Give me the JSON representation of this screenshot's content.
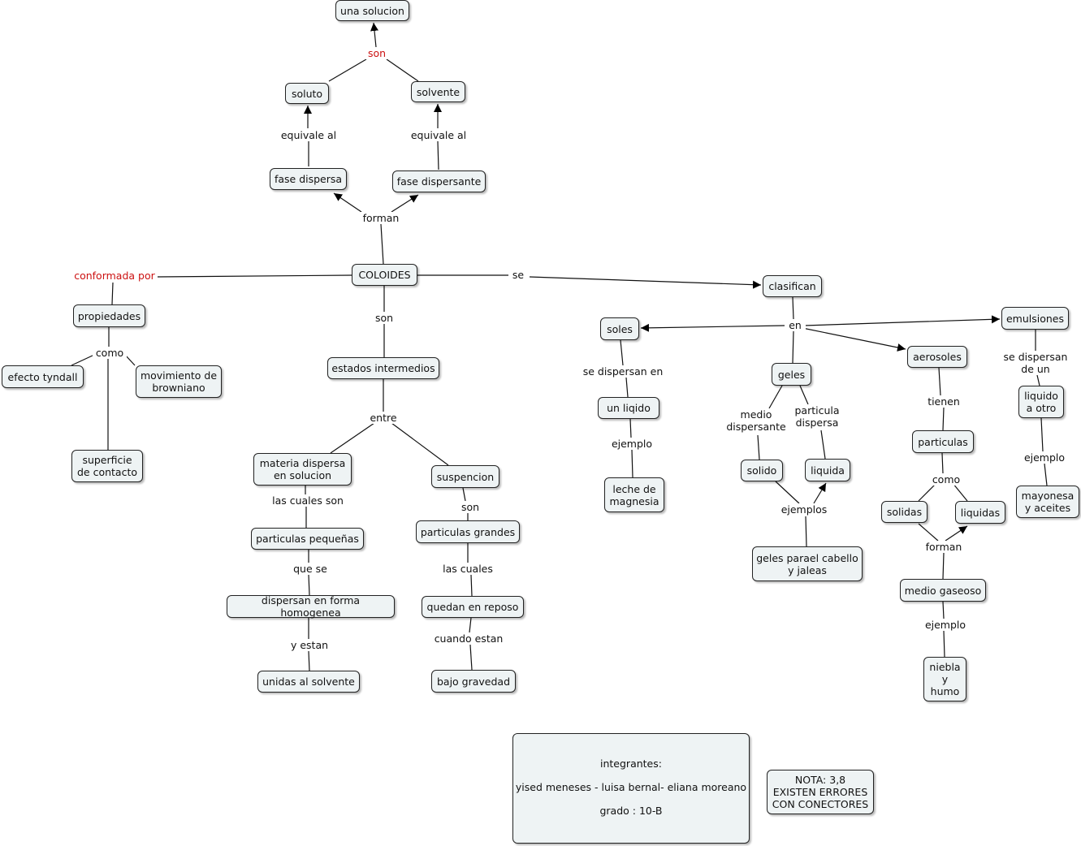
{
  "diagram": {
    "type": "concept-map",
    "nodes": {
      "una_solucion": "una solucion",
      "soluto": "soluto",
      "solvente": "solvente",
      "fase_dispersa": "fase dispersa",
      "fase_dispersante": "fase dispersante",
      "coloides": "COLOIDES",
      "propiedades": "propiedades",
      "efecto_tyndall": "efecto tyndall",
      "movimiento_browniano": "movimiento de\nbrowniano",
      "superficie_contacto": "superficie\nde contacto",
      "estados_intermedios": "estados intermedios",
      "materia_dispersa": "materia dispersa\nen solucion",
      "suspencion": "suspencion",
      "particulas_pequenas": "particulas pequeñas",
      "particulas_grandes": "particulas grandes",
      "dispersan_homogenea": "dispersan en forma homogenea",
      "quedan_reposo": "quedan en reposo",
      "unidas_solvente": "unidas al solvente",
      "bajo_gravedad": "bajo gravedad",
      "clasifican": "clasifican",
      "soles": "soles",
      "un_liqido": "un liqido",
      "leche_magnesia": "leche de\nmagnesia",
      "geles": "geles",
      "solido": "solido",
      "liquida": "liquida",
      "geles_cabello": "geles parael cabello\ny jaleas",
      "aerosoles": "aerosoles",
      "particulas": "particulas",
      "solidas": "solidas",
      "liquidas": "liquidas",
      "medio_gaseoso": "medio gaseoso",
      "niebla_humo": "niebla\ny\nhumo",
      "emulsiones": "emulsiones",
      "liquido_otro": "liquido\na otro",
      "mayonesa": "mayonesa\ny aceites",
      "nota": "NOTA: 3,8\nEXISTEN ERRORES\nCON CONECTORES"
    },
    "linking_phrases": {
      "son_top": "son",
      "equivale_1": "equivale al",
      "equivale_2": "equivale al",
      "forman_top": "forman",
      "conformada_por": "conformada por",
      "como_prop": "como",
      "se": "se",
      "son_estados": "son",
      "entre": "entre",
      "las_cuales_son": "las cuales son",
      "son_susp": "son",
      "que_se": "que se",
      "las_cuales": "las cuales",
      "y_estan": "y estan",
      "cuando_estan": "cuando estan",
      "en": "en",
      "se_dispersan_en": "se dispersan en",
      "ejemplo_soles": "ejemplo",
      "medio_dispersante": "medio\ndispersante",
      "particula_dispersa": "particula\ndispersa",
      "ejemplos": "ejemplos",
      "tienen": "tienen",
      "como_aer": "como",
      "forman_aer": "forman",
      "ejemplo_aer": "ejemplo",
      "se_dispersan_de_un": "se dispersan\nde un",
      "ejemplo_emul": "ejemplo"
    },
    "integrantes": {
      "title": "integrantes:",
      "names": "yised meneses - luisa bernal- eliana moreano",
      "grado": "grado : 10-B"
    },
    "colors": {
      "node_fill": "#eef3f4",
      "red_label": "#cc1111",
      "stroke": "#111111"
    }
  }
}
